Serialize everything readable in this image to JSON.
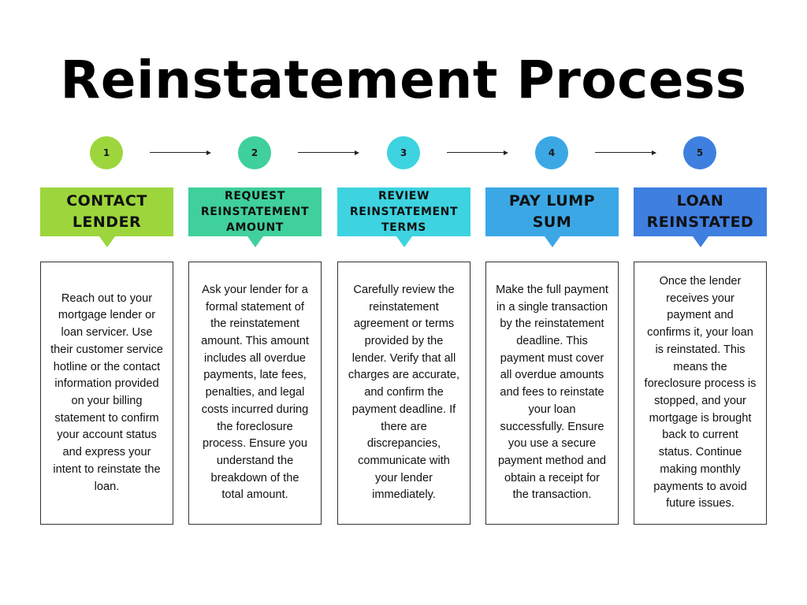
{
  "title": "Reinstatement Process",
  "steps": [
    {
      "number": "1",
      "color": "#9cd63c",
      "heading": "CONTACT LENDER",
      "description": "Reach out to your mortgage lender or loan servicer. Use their customer service hotline or the contact information provided on your billing statement to confirm your account status and express your intent to reinstate the loan."
    },
    {
      "number": "2",
      "color": "#3fd09b",
      "heading": "REQUEST REINSTATEMENT AMOUNT",
      "description": "Ask your lender for a formal statement of the reinstatement amount. This amount includes all overdue payments, late fees, penalties, and legal costs incurred during the foreclosure process. Ensure you understand the breakdown of the total amount."
    },
    {
      "number": "3",
      "color": "#3dd3e0",
      "heading": "REVIEW REINSTATEMENT TERMS",
      "description": "Carefully review the reinstatement agreement or terms provided by the lender. Verify that all charges are accurate, and confirm the payment deadline. If there are discrepancies, communicate with your lender immediately."
    },
    {
      "number": "4",
      "color": "#3ba8e5",
      "heading": "PAY LUMP SUM",
      "description": "Make the full payment in a single transaction by the reinstatement deadline. This payment must cover all overdue amounts and fees to reinstate your loan successfully. Ensure you use a secure payment method and obtain a receipt for the transaction."
    },
    {
      "number": "5",
      "color": "#3f7fe0",
      "heading": "LOAN REINSTATED",
      "description": "Once the lender receives your payment and confirms it, your loan is reinstated. This means the foreclosure process is stopped, and your mortgage is brought back to current status. Continue making monthly payments to avoid future issues."
    }
  ]
}
